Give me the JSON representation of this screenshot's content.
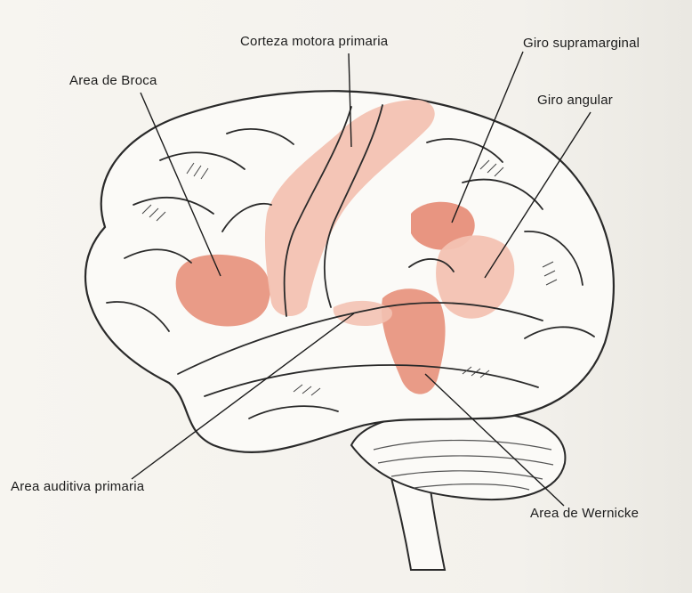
{
  "labels": {
    "broca": "Area de Broca",
    "motor_cortex": "Corteza motora primaria",
    "supramarginal": "Giro supramarginal",
    "angular": "Giro angular",
    "auditory": "Area auditiva primaria",
    "wernicke": "Area de Wernicke"
  },
  "colors": {
    "region_dark": "#e58a73",
    "region_light": "#f3c2b2",
    "ink": "#2a2a2a"
  }
}
